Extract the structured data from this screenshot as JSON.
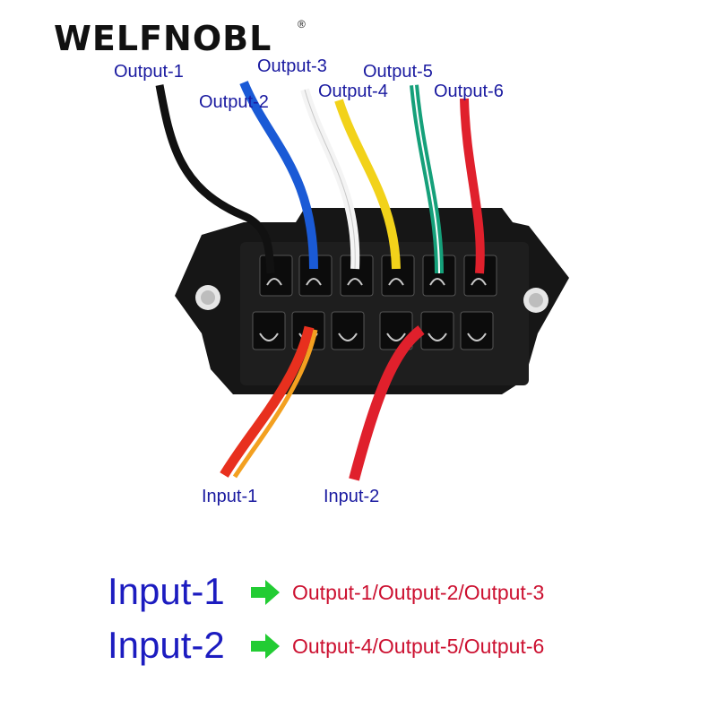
{
  "brand": {
    "name": "WELFNOBL",
    "registered": "®"
  },
  "outputs": [
    "Output-1",
    "Output-2",
    "Output-3",
    "Output-4",
    "Output-5",
    "Output-6"
  ],
  "inputs": [
    "Input-1",
    "Input-2"
  ],
  "wire_colors": {
    "output_1": "#111111",
    "output_2": "#1a5ad6",
    "output_3": "#f4f4f4",
    "output_4": "#f2d21a",
    "output_5": "#15a07a",
    "output_6": "#e0202c",
    "input_1": "#e8301e",
    "input_2": "#e0202c"
  },
  "legend": [
    {
      "input": "Input-1",
      "outputs": "Output-1/Output-2/Output-3"
    },
    {
      "input": "Input-2",
      "outputs": "Output-4/Output-5/Output-6"
    }
  ],
  "colors": {
    "label_blue": "#1a1aa0",
    "legend_input": "#1c1cc0",
    "legend_output": "#cc1030",
    "arrow_green": "#22cc33"
  }
}
